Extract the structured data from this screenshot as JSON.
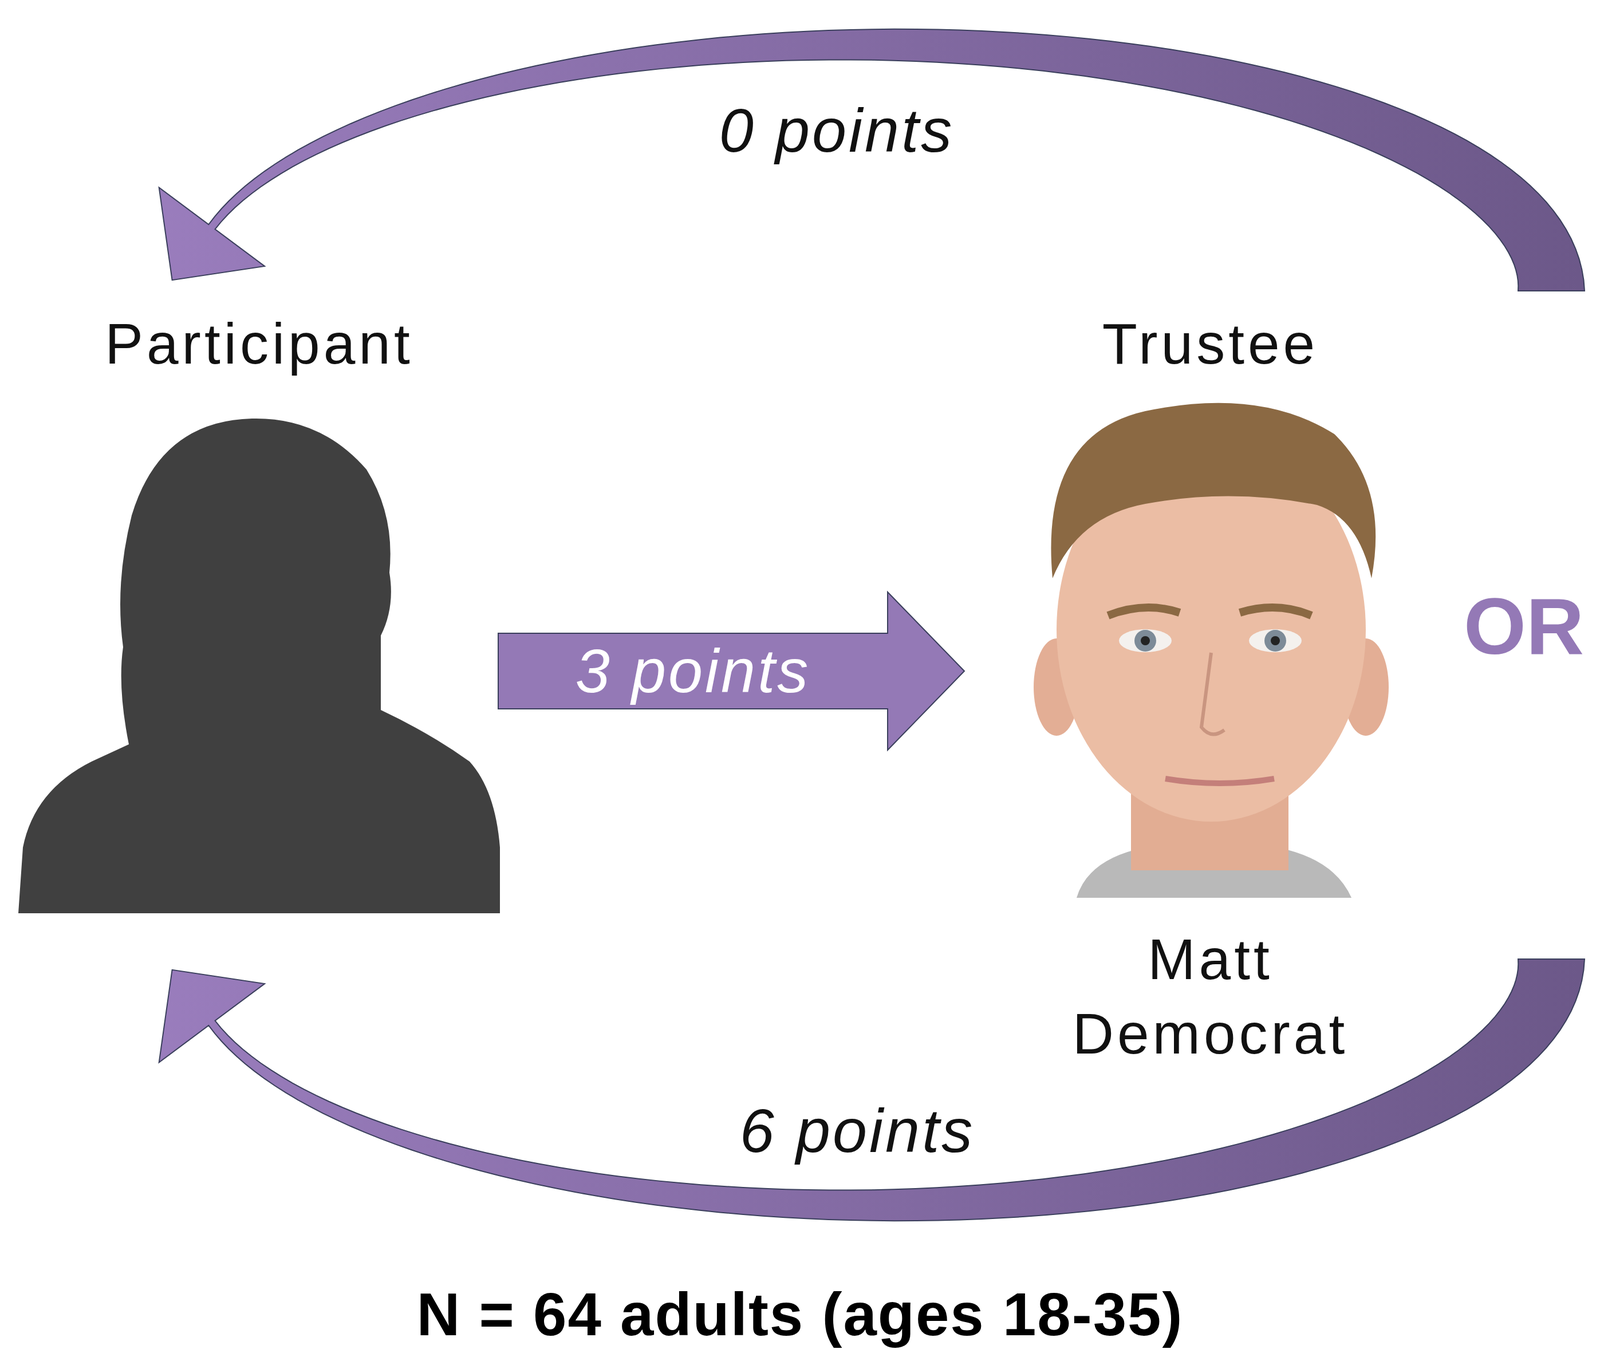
{
  "diagram": {
    "caption": "N = 64 adults (ages 18-35)",
    "nodes": [
      {
        "text": [
          "Participant"
        ]
      },
      {
        "text": [
          "Trustee",
          "Matt Democrat"
        ]
      }
    ],
    "edges": [
      {
        "from": 0,
        "to": 1,
        "arrow": "to",
        "label": "3 points"
      },
      {
        "from": 1,
        "to": 0,
        "arrow": "to",
        "label": "0 points"
      },
      {
        "from": 1,
        "to": 0,
        "arrow": "to",
        "label": "6 points"
      }
    ],
    "labels": [
      "OR"
    ]
  }
}
